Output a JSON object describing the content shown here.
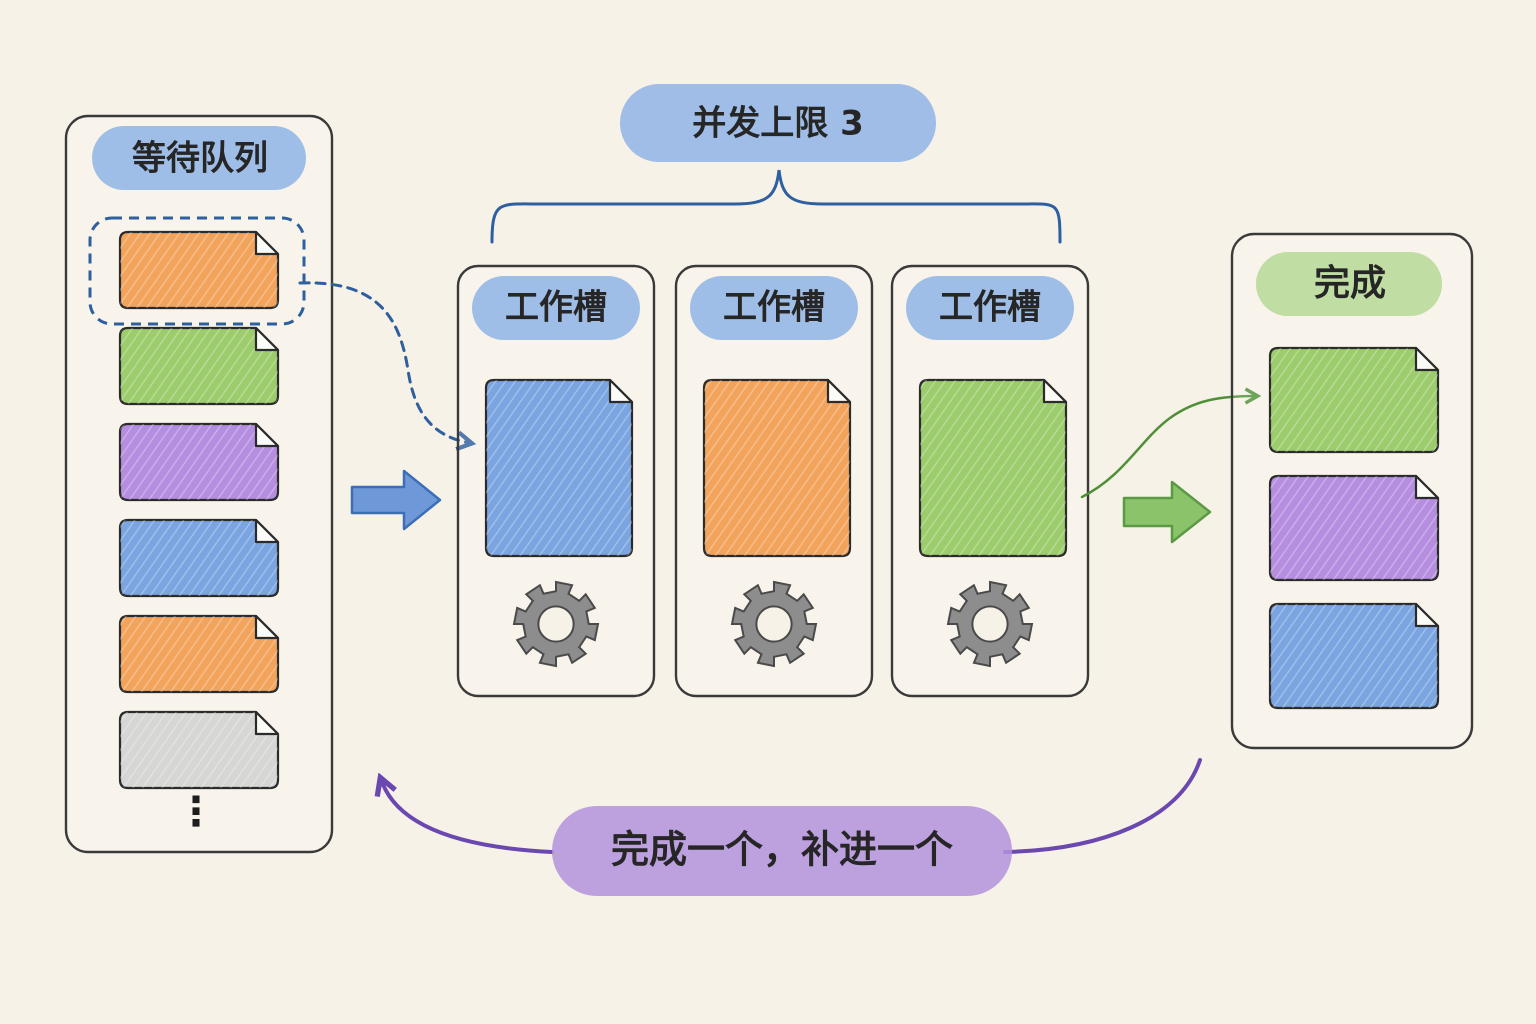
{
  "title": "并发上限 3",
  "queue": {
    "label": "等待队列",
    "items": [
      {
        "color": "#f3a45c",
        "highlighted": true
      },
      {
        "color": "#9ccc6c"
      },
      {
        "color": "#b58ee0"
      },
      {
        "color": "#7aa5e0"
      },
      {
        "color": "#f3a45c"
      },
      {
        "color": "#d6d6d4"
      }
    ],
    "more": "⋮"
  },
  "slots": [
    {
      "label": "工作槽",
      "doc_color": "#7aa5e0",
      "icon": "gear-icon"
    },
    {
      "label": "工作槽",
      "doc_color": "#f3a45c",
      "icon": "gear-icon"
    },
    {
      "label": "工作槽",
      "doc_color": "#9ccc6c",
      "icon": "gear-icon"
    }
  ],
  "done": {
    "label": "完成",
    "items": [
      {
        "color": "#9ccc6c"
      },
      {
        "color": "#b58ee0"
      },
      {
        "color": "#7aa5e0"
      }
    ]
  },
  "loop_label": "完成一个，补进一个",
  "colors": {
    "blue_label": "#8fb4e6",
    "green_label": "#b9da9b",
    "purple_label": "#b393dd",
    "brace": "#2e5f9f",
    "blue_arrow": "#3c6fb8",
    "green_arrow": "#5a9a43",
    "purple_arrow": "#6b47b0"
  }
}
